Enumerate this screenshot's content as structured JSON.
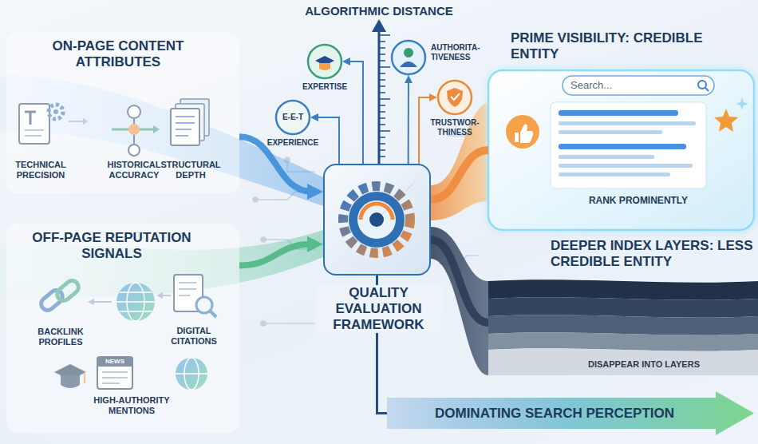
{
  "diagram": {
    "nodes": [
      {
        "text": [
          "ON-PAGE CONTENT ATTRIBUTES"
        ]
      },
      {
        "text": [
          "TECHNICAL PRECISION"
        ],
        "in": 0
      },
      {
        "text": [
          "HISTORICAL ACCURACY"
        ],
        "in": 0
      },
      {
        "text": [
          "STRUCTURAL DEPTH"
        ],
        "in": 0
      },
      {
        "text": [
          "OFF-PAGE REPUTATION SIGNALS"
        ]
      },
      {
        "text": [
          "BACKLINK PROFILES"
        ],
        "in": 4
      },
      {
        "text": [
          "DIGITAL CITATIONS"
        ],
        "in": 4
      },
      {
        "text": [
          "HIGH-AUTHORITY MENTIONS"
        ],
        "in": 4
      },
      {
        "text": [
          "E-E-T",
          "EXPERIENCE"
        ]
      },
      {
        "text": [
          "EXPERTISE"
        ]
      },
      {
        "text": [
          "AUTHORITA- TIVENESS"
        ]
      },
      {
        "text": [
          "TRUSTWOR- THINESS"
        ]
      },
      {
        "text": [
          "QUALITY EVALUATION FRAMEWORK"
        ]
      },
      {
        "text": [
          "PRIME VISIBILITY: CREDIBLE ENTITY",
          "Search...",
          "RANK PROMINENTLY"
        ]
      },
      {
        "text": [
          "DEEPER INDEX LAYERS: LESS CREDIBLE ENTITY",
          "DISAPPEAR INTO LAYERS"
        ]
      },
      {
        "text": [
          "DOMINATING SEARCH PERCEPTION"
        ]
      }
    ],
    "edges": [
      {
        "from": 0,
        "to": 12,
        "arrow": "to"
      },
      {
        "from": 4,
        "to": 12,
        "arrow": "to"
      },
      {
        "from": 12,
        "to": 8,
        "arrow": "to"
      },
      {
        "from": 12,
        "to": 9,
        "arrow": "to"
      },
      {
        "from": 12,
        "to": 10,
        "arrow": "to"
      },
      {
        "from": 12,
        "to": 11,
        "arrow": "to"
      },
      {
        "from": 12,
        "to": 13,
        "arrow": "none"
      },
      {
        "from": 12,
        "to": 14,
        "arrow": "none"
      },
      {
        "from": 12,
        "to": 15,
        "arrow": "none"
      }
    ],
    "labels": [
      "ALGORITHMIC DISTANCE",
      "NEWS"
    ]
  }
}
